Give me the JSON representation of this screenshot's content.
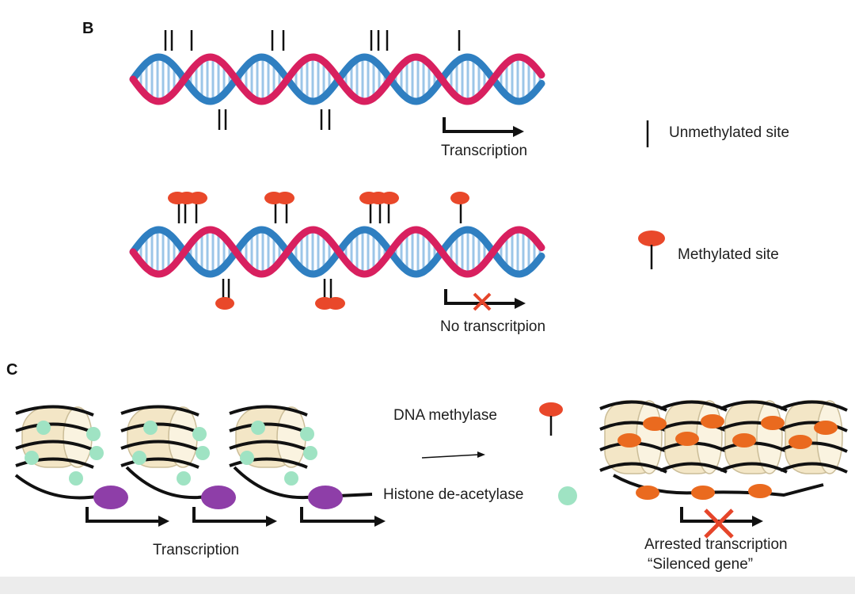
{
  "panels": {
    "b": {
      "letter": "B",
      "transcription_label": "Transcription",
      "no_transcription_label": "No transcritpion",
      "legend": {
        "unmethylated_label": "Unmethylated site",
        "methylated_label": "Methylated site"
      }
    },
    "c": {
      "letter": "C",
      "transcription_label": "Transcription",
      "legend": {
        "dna_methylase_label": "DNA methylase",
        "histone_deacetylase_label": "Histone de-acetylase"
      },
      "arrested_label": "Arrested transcription",
      "silenced_label": "“Silenced gene”"
    }
  },
  "colors": {
    "backbone_pink": "#d8205f",
    "backbone_blue": "#2f7fc1",
    "base_pair": "#9cc6e8",
    "methyl_red": "#e9482a",
    "deacetylase_green": "#9fe3c3",
    "histone_cream": "#f3e6c6",
    "rna_pol_purple": "#8e3ea8",
    "cross_red": "#e5452a",
    "line_black": "#111111"
  },
  "icons": [
    "dna-helix-icon",
    "methyl-group-icon",
    "nucleosome-icon",
    "arrow-icon",
    "cross-icon"
  ]
}
